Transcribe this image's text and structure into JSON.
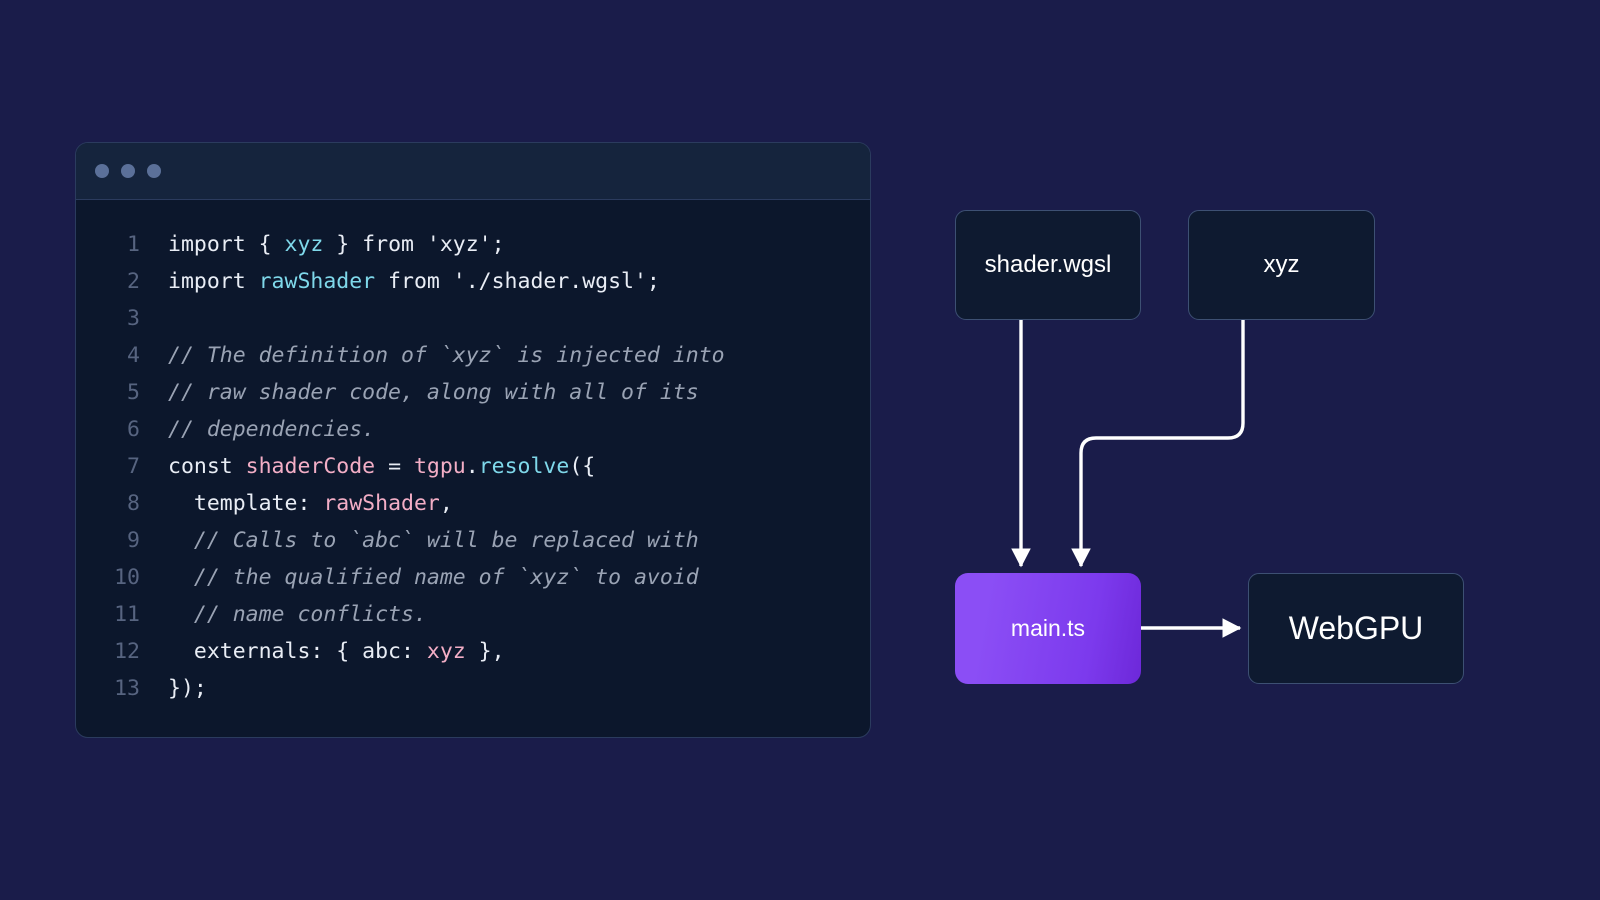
{
  "background_color": "#1a1c4a",
  "code_window": {
    "panel_bg": "#0c172c",
    "titlebar_bg": "#15243d",
    "border_color": "#2b3b5e",
    "dot_color": "#5b7099",
    "window_dots": [
      "window-dot-close",
      "window-dot-minimize",
      "window-dot-maximize"
    ],
    "line_number_color": "#576480",
    "syntax_colors": {
      "plain": "#e9edf5",
      "cyan": "#7fd8ea",
      "pink": "#f3aec6",
      "comment": "#9aa3b4"
    },
    "lines": [
      {
        "number": "1",
        "tokens": [
          {
            "t": "import { ",
            "c": "plain"
          },
          {
            "t": "xyz",
            "c": "cyan"
          },
          {
            "t": " } from 'xyz';",
            "c": "plain"
          }
        ]
      },
      {
        "number": "2",
        "tokens": [
          {
            "t": "import ",
            "c": "plain"
          },
          {
            "t": "rawShader",
            "c": "cyan"
          },
          {
            "t": " from './shader.wgsl';",
            "c": "plain"
          }
        ]
      },
      {
        "number": "3",
        "tokens": [
          {
            "t": "",
            "c": "plain"
          }
        ]
      },
      {
        "number": "4",
        "tokens": [
          {
            "t": "// The definition of `xyz` is injected into",
            "c": "comment"
          }
        ]
      },
      {
        "number": "5",
        "tokens": [
          {
            "t": "// raw shader code, along with all of its",
            "c": "comment"
          }
        ]
      },
      {
        "number": "6",
        "tokens": [
          {
            "t": "// dependencies.",
            "c": "comment"
          }
        ]
      },
      {
        "number": "7",
        "tokens": [
          {
            "t": "const ",
            "c": "plain"
          },
          {
            "t": "shaderCode",
            "c": "pink"
          },
          {
            "t": " = ",
            "c": "plain"
          },
          {
            "t": "tgpu",
            "c": "pink"
          },
          {
            "t": ".",
            "c": "plain"
          },
          {
            "t": "resolve",
            "c": "cyan"
          },
          {
            "t": "({",
            "c": "plain"
          }
        ]
      },
      {
        "number": "8",
        "tokens": [
          {
            "t": "  template: ",
            "c": "plain"
          },
          {
            "t": "rawShader",
            "c": "pink"
          },
          {
            "t": ",",
            "c": "plain"
          }
        ]
      },
      {
        "number": "9",
        "tokens": [
          {
            "t": "  // Calls to `abc` will be replaced with",
            "c": "comment"
          }
        ]
      },
      {
        "number": "10",
        "tokens": [
          {
            "t": "  // the qualified name of `xyz` to avoid",
            "c": "comment"
          }
        ]
      },
      {
        "number": "11",
        "tokens": [
          {
            "t": "  // name conflicts.",
            "c": "comment"
          }
        ]
      },
      {
        "number": "12",
        "tokens": [
          {
            "t": "  externals: { abc: ",
            "c": "plain"
          },
          {
            "t": "xyz",
            "c": "pink"
          },
          {
            "t": " },",
            "c": "plain"
          }
        ]
      },
      {
        "number": "13",
        "tokens": [
          {
            "t": "});",
            "c": "plain"
          }
        ]
      }
    ]
  },
  "diagram": {
    "arrow_color": "#ffffff",
    "accent_color": "#8b4ef5",
    "node_bg": "#0e1a30",
    "node_border": "#3d5073",
    "nodes": {
      "shader_wgsl": "shader.wgsl",
      "xyz": "xyz",
      "main_ts": "main.ts",
      "webgpu": "WebGPU"
    },
    "edges": [
      {
        "from": "shader.wgsl",
        "to": "main.ts"
      },
      {
        "from": "xyz",
        "to": "main.ts"
      },
      {
        "from": "main.ts",
        "to": "WebGPU"
      }
    ]
  }
}
